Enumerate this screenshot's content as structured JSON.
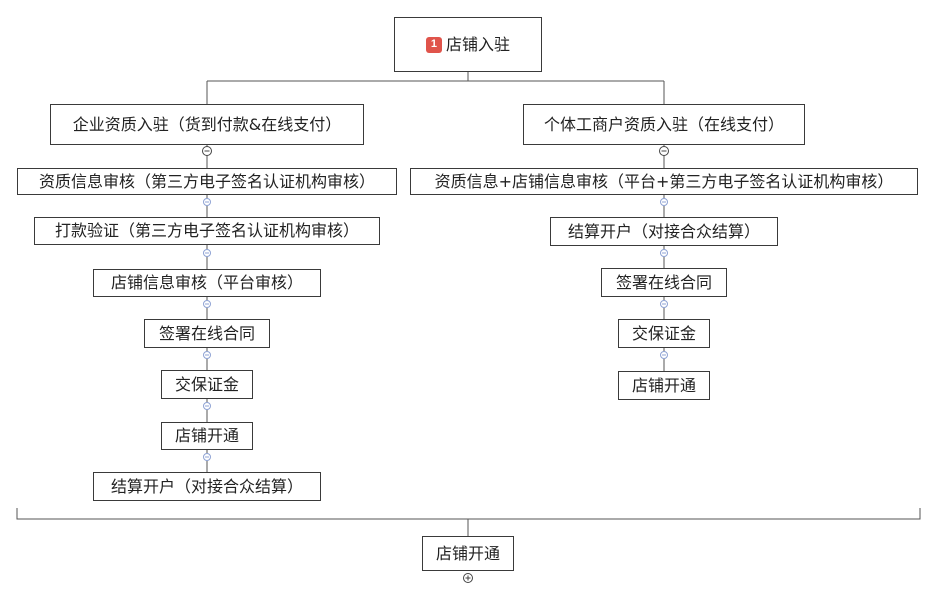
{
  "root": {
    "badge": "1",
    "label": "店铺入驻"
  },
  "left": {
    "title": "企业资质入驻（货到付款&在线支付）",
    "steps": [
      "资质信息审核（第三方电子签名认证机构审核）",
      "打款验证（第三方电子签名认证机构审核）",
      "店铺信息审核（平台审核）",
      "签署在线合同",
      "交保证金",
      "店铺开通",
      "结算开户（对接合众结算）"
    ]
  },
  "right": {
    "title": "个体工商户资质入驻（在线支付）",
    "steps": [
      "资质信息+店铺信息审核（平台+第三方电子签名认证机构审核）",
      "结算开户（对接合众结算）",
      "签署在线合同",
      "交保证金",
      "店铺开通"
    ]
  },
  "final": {
    "label": "店铺开通"
  },
  "colors": {
    "border": "#3a3a3a",
    "connector": "#555555",
    "collapse_dot": "#8fa3d4",
    "badge": "#e0544b"
  }
}
